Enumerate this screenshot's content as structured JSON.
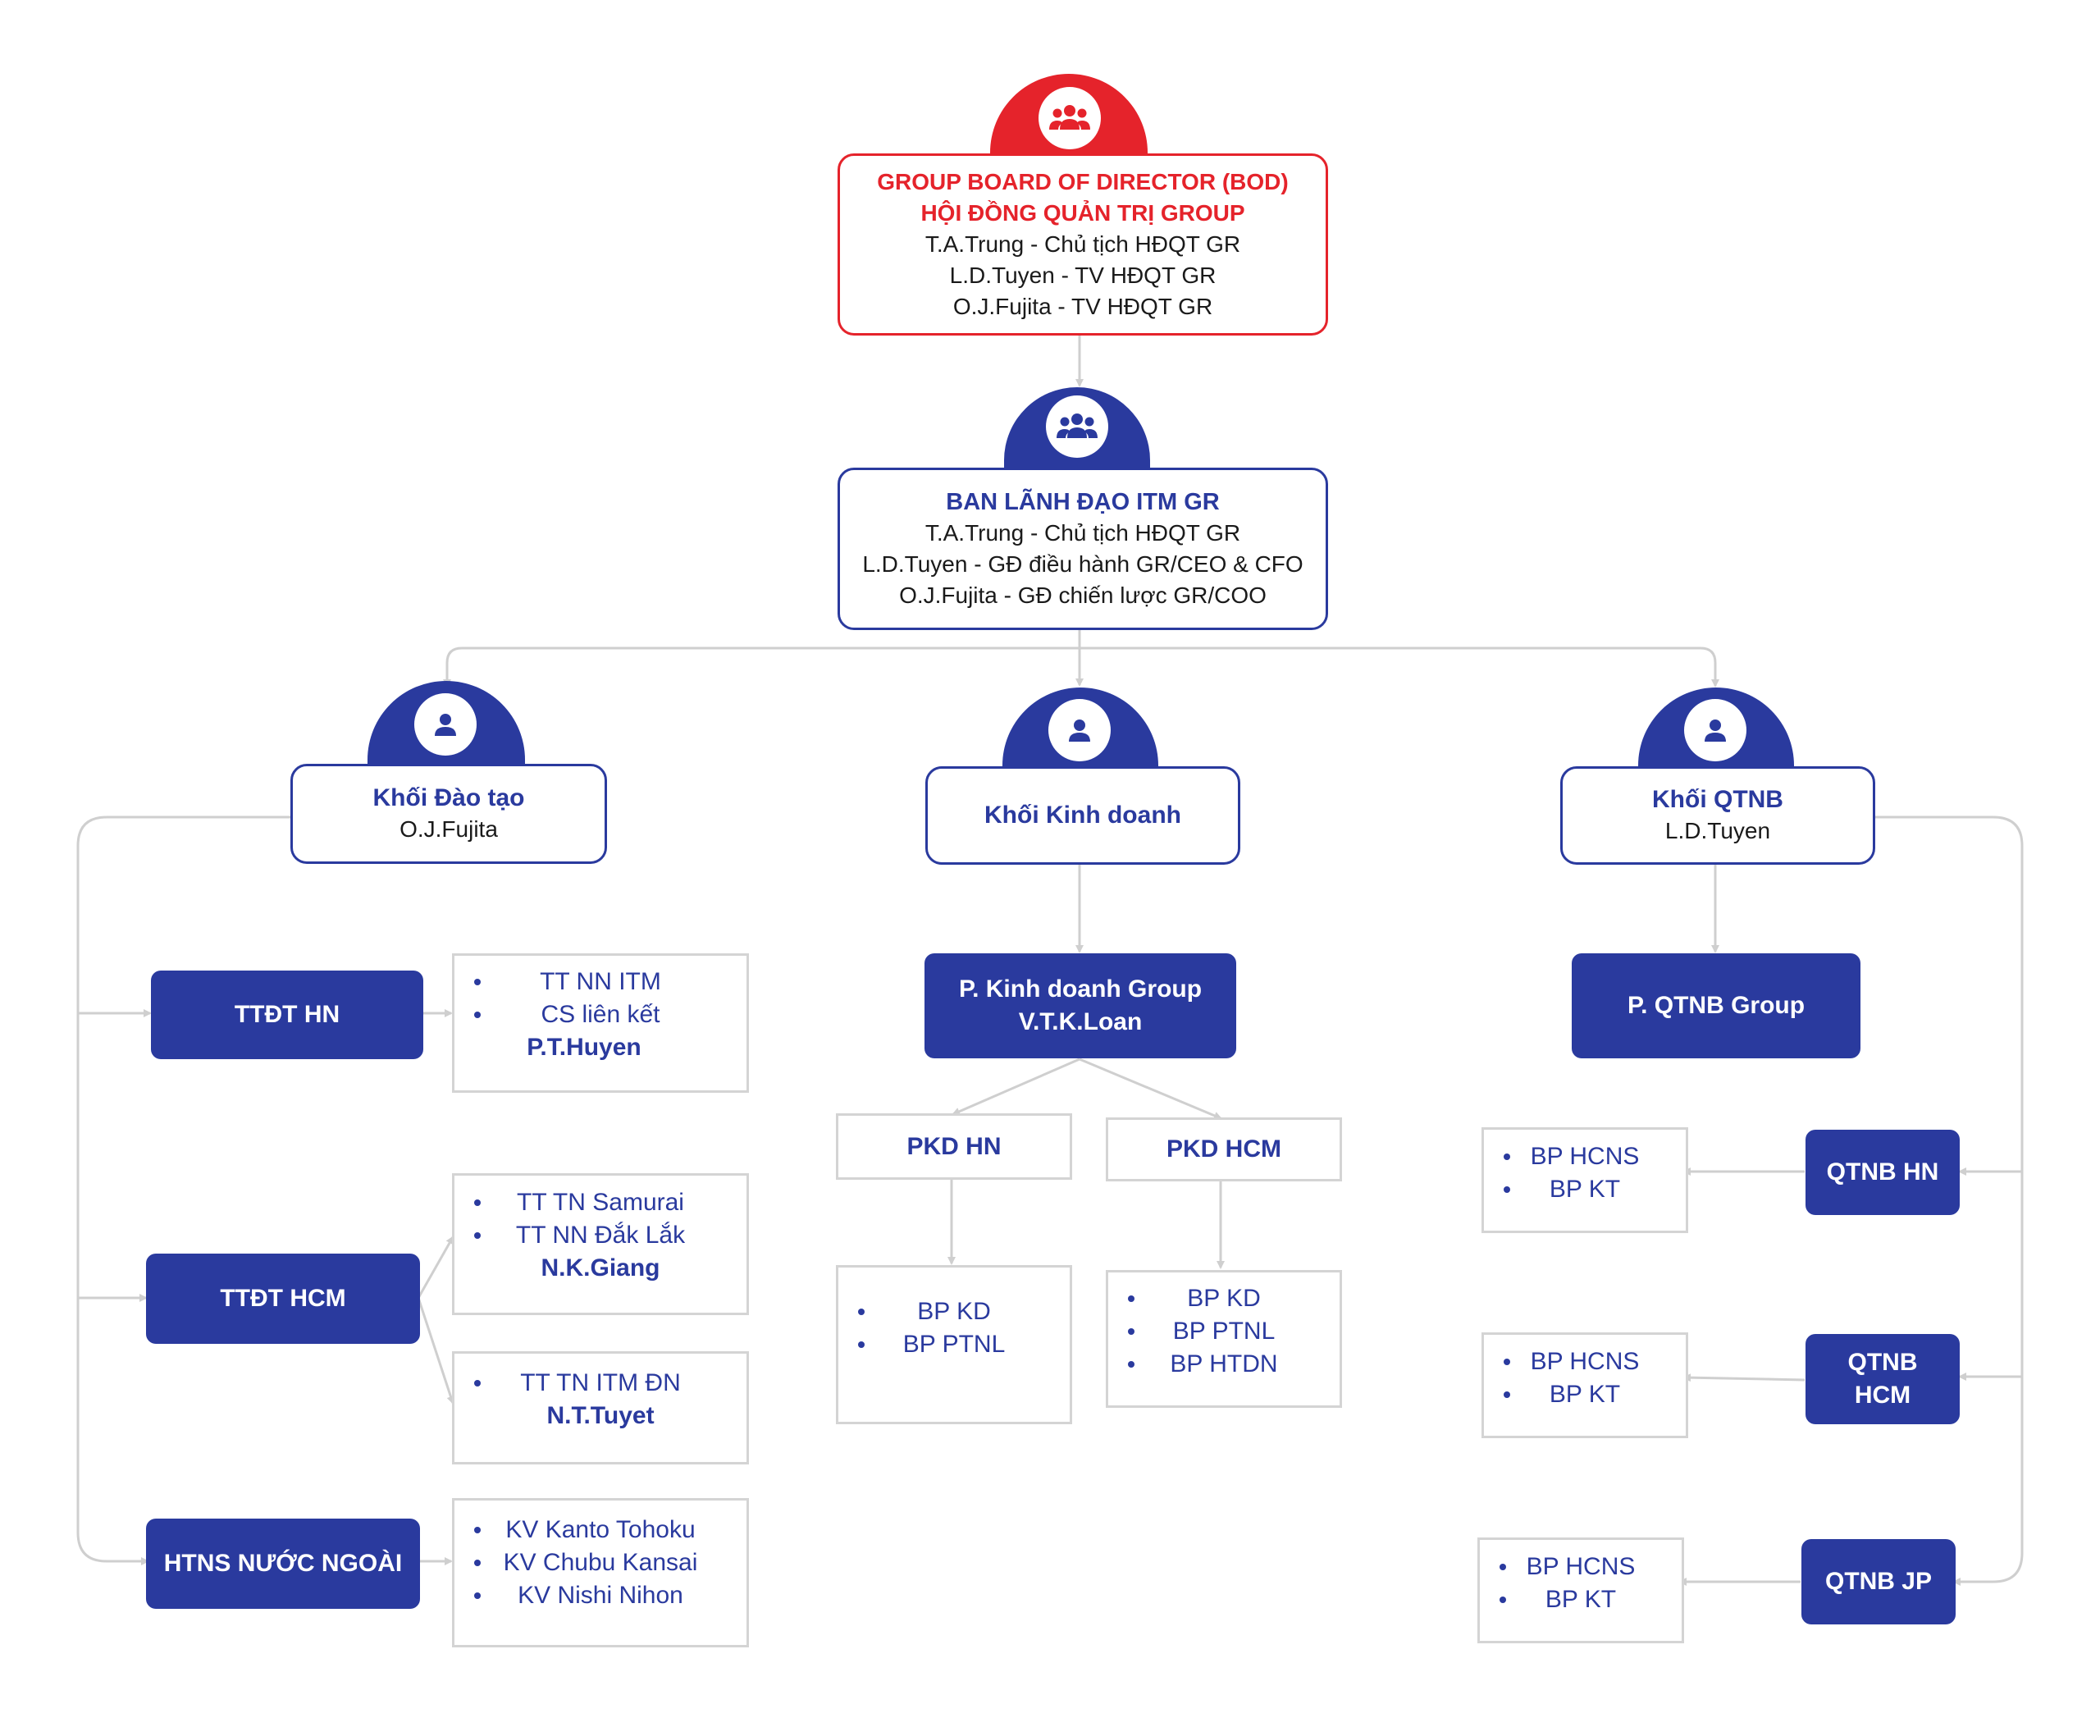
{
  "colors": {
    "red": "#e5232b",
    "blue": "#2a3a9e",
    "line": "#cfcfcf",
    "box_border": "#d4d4d4"
  },
  "bod": {
    "icon": "group-icon",
    "title_en": "GROUP BOARD OF DIRECTOR (BOD)",
    "title_vn": "HỘI ĐỒNG QUẢN TRỊ GROUP",
    "members": [
      "T.A.Trung - Chủ tịch HĐQT GR",
      "L.D.Tuyen - TV HĐQT GR",
      "O.J.Fujita - TV HĐQT GR"
    ]
  },
  "leadership": {
    "icon": "group-icon",
    "title": "BAN LÃNH ĐẠO ITM GR",
    "members": [
      "T.A.Trung - Chủ tịch HĐQT GR",
      "L.D.Tuyen - GĐ điều hành GR/CEO & CFO",
      "O.J.Fujita - GĐ chiến lược GR/COO"
    ]
  },
  "blocks": {
    "training": {
      "icon": "user-icon",
      "title": "Khối Đào tạo",
      "head": "O.J.Fujita"
    },
    "sales": {
      "icon": "user-icon",
      "title": "Khối Kinh doanh"
    },
    "admin": {
      "icon": "user-icon",
      "title": "Khối QTNB",
      "head": "L.D.Tuyen"
    }
  },
  "training_units": [
    {
      "name": "TTĐT HN",
      "details": [
        {
          "items": [
            "TT NN ITM",
            "CS liên kết"
          ],
          "lead": "P.T.Huyen"
        }
      ]
    },
    {
      "name": "TTĐT HCM",
      "details": [
        {
          "items": [
            "TT TN Samurai",
            "TT NN Đắk Lắk"
          ],
          "lead": "N.K.Giang"
        },
        {
          "items": [
            "TT TN ITM ĐN"
          ],
          "lead": "N.T.Tuyet"
        }
      ]
    },
    {
      "name": "HTNS NƯỚC NGOÀI",
      "details": [
        {
          "items": [
            "KV Kanto Tohoku",
            "KV Chubu Kansai",
            "KV Nishi Nihon"
          ]
        }
      ]
    }
  ],
  "sales": {
    "dept": {
      "name": "P. Kinh doanh Group",
      "lead": "V.T.K.Loan"
    },
    "branches": [
      {
        "name": "PKD HN",
        "items": [
          "BP KD",
          "BP PTNL"
        ]
      },
      {
        "name": "PKD HCM",
        "items": [
          "BP KD",
          "BP PTNL",
          "BP HTDN"
        ]
      }
    ]
  },
  "admin": {
    "dept": {
      "name": "P. QTNB Group"
    },
    "units": [
      {
        "name": "QTNB HN",
        "items": [
          "BP HCNS",
          "BP KT"
        ]
      },
      {
        "name_line1": "QTNB",
        "name_line2": "HCM",
        "items": [
          "BP HCNS",
          "BP KT"
        ]
      },
      {
        "name": "QTNB JP",
        "items": [
          "BP HCNS",
          "BP KT"
        ]
      }
    ]
  }
}
